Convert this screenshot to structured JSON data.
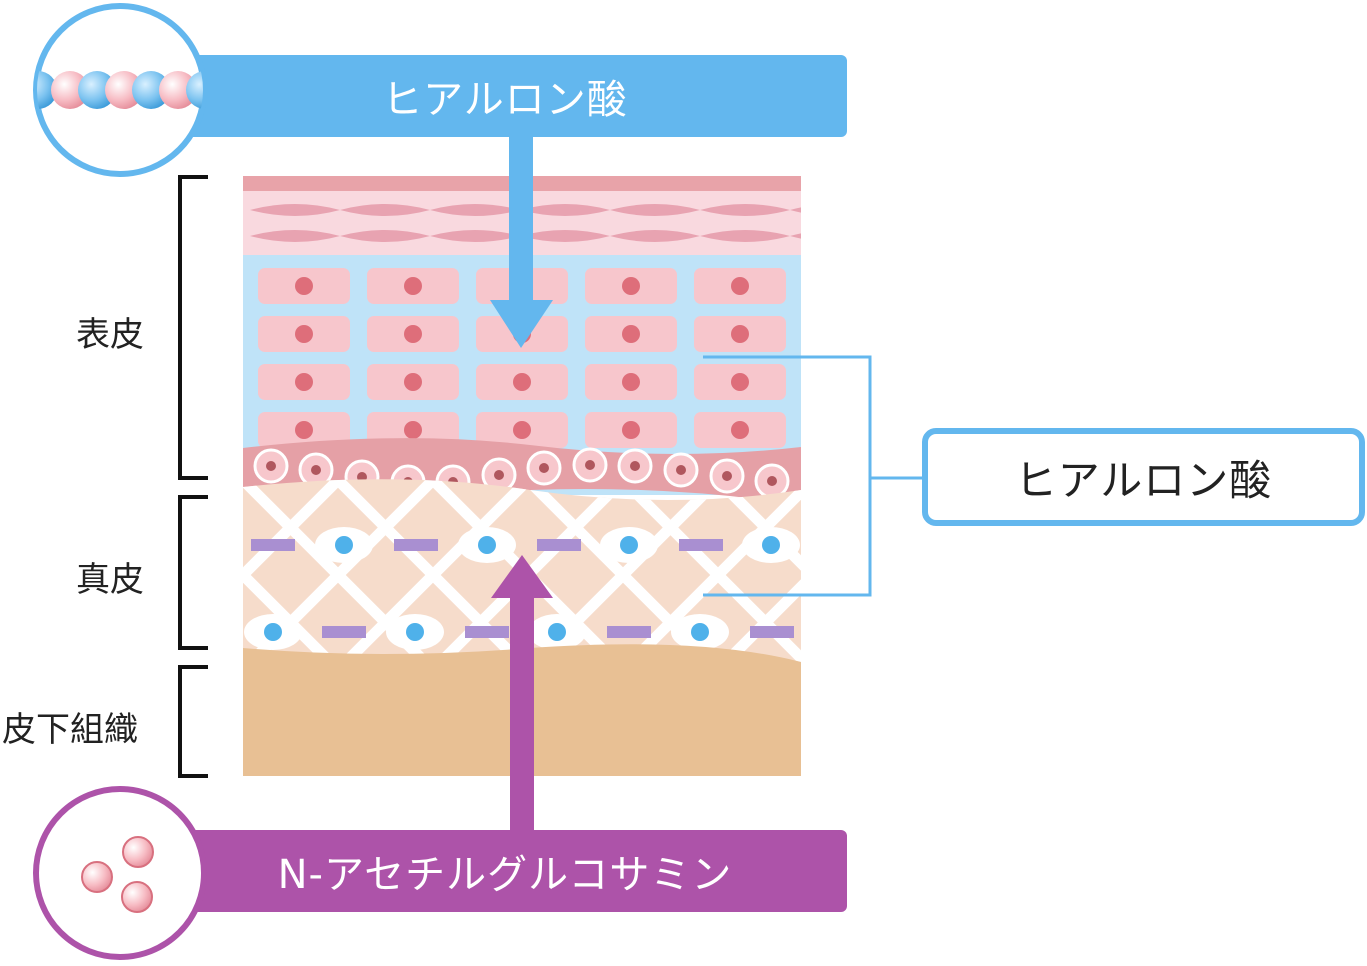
{
  "top_banner": {
    "label": "ヒアルロン酸"
  },
  "bottom_banner": {
    "label": "N-アセチルグルコサミン"
  },
  "side_callout": {
    "label": "ヒアルロン酸"
  },
  "layers": {
    "epidermis": "表皮",
    "dermis": "真皮",
    "subcutaneous": "皮下組織"
  },
  "colors": {
    "hyaluronic_blue": "#63b7ee",
    "nag_purple": "#ad53a9",
    "stratum_pink": "#f9d9df",
    "epidermis_blue": "#bfe3f8",
    "cell_pink": "#f7c6cc",
    "nucleus_red": "#de6e7a",
    "dermis_peach": "#f6dccb",
    "subcutaneous_tan": "#e8c094",
    "fiber_purple": "#a98fd1",
    "fibroblast_blue": "#4fb1ea"
  },
  "icons": {
    "top_circle": "molecule-chain-icon",
    "bottom_circle": "small-spheres-icon"
  }
}
